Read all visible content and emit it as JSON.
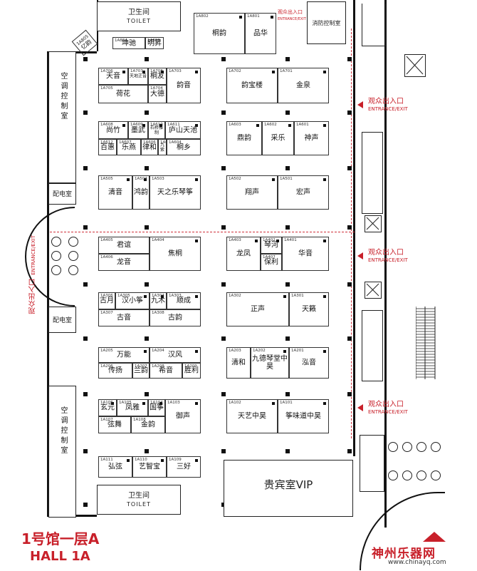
{
  "labels": {
    "toilet_top_cn": "卫生间",
    "toilet_top_en": "TOILET",
    "toilet_bottom_cn": "卫生间",
    "toilet_bottom_en": "TOILET",
    "fire_control": "消防控制室",
    "ac_room_top": "空调控制室",
    "ac_room_bottom": "空调控制室",
    "power_room_top": "配电室",
    "power_room_bottom": "配电室",
    "vip": "贵宾室VIP",
    "hall_title_cn": "1号馆一层A",
    "hall_title_en": "HALL 1A",
    "watermark_cn": "神州乐器网",
    "watermark_url": "www.chinayq.com",
    "small_box_top": "1A805",
    "small_box_top_name": "亿韵"
  },
  "entrances": {
    "cn": "观众出入口",
    "en": "ENTRANCE/EXIT",
    "left_cn": "观众出入口",
    "left_en": "ENTRANCE/EXIT"
  },
  "booths": [
    {
      "code": "1A804",
      "name": "坤驰"
    },
    {
      "code": "1A803",
      "name": "明昇"
    },
    {
      "code": "1A802",
      "name": "桐韵"
    },
    {
      "code": "1A801",
      "name": "品华"
    },
    {
      "code": "1A706",
      "name": "天音"
    },
    {
      "code": "1A707",
      "name": "天地正音"
    },
    {
      "code": "1A708",
      "name": "桐友"
    },
    {
      "code": "1A703",
      "name": "韵音"
    },
    {
      "code": "1A705",
      "name": "荷花"
    },
    {
      "code": "1A704",
      "name": "大德"
    },
    {
      "code": "1A702",
      "name": "韵宝楼"
    },
    {
      "code": "1A701",
      "name": "金泉"
    },
    {
      "code": "1A608",
      "name": "尚竹"
    },
    {
      "code": "1A609",
      "name": "墨武"
    },
    {
      "code": "1A610",
      "name": "石桥雅制"
    },
    {
      "code": "1A611",
      "name": "庐山天池"
    },
    {
      "code": "1A612",
      "name": "百惠"
    },
    {
      "code": "1A607",
      "name": "乐燕"
    },
    {
      "code": "1A606",
      "name": "律和"
    },
    {
      "code": "1A605",
      "name": "九紫"
    },
    {
      "code": "1A604",
      "name": "桐乡"
    },
    {
      "code": "1A603",
      "name": "鼎韵"
    },
    {
      "code": "1A602",
      "name": "采乐"
    },
    {
      "code": "1A601",
      "name": "神声"
    },
    {
      "code": "1A505",
      "name": "清音"
    },
    {
      "code": "1A504",
      "name": "鸿韵"
    },
    {
      "code": "1A503",
      "name": "天之乐琴筝"
    },
    {
      "code": "1A502",
      "name": "翔声"
    },
    {
      "code": "1A501",
      "name": "宏声"
    },
    {
      "code": "1A405",
      "name": "君谊"
    },
    {
      "code": "1A406",
      "name": "龙音"
    },
    {
      "code": "1A404",
      "name": "焦桐"
    },
    {
      "code": "1A403",
      "name": "龙凤"
    },
    {
      "code": "1A402",
      "name": "琴河"
    },
    {
      "code": "1A407",
      "name": "保利"
    },
    {
      "code": "1A401",
      "name": "华音"
    },
    {
      "code": "1A306",
      "name": "古月"
    },
    {
      "code": "1A305",
      "name": "汉小筝"
    },
    {
      "code": "1A304",
      "name": "九木"
    },
    {
      "code": "1A303",
      "name": "顺成"
    },
    {
      "code": "1A307",
      "name": "古音"
    },
    {
      "code": "1A308",
      "name": "古韵"
    },
    {
      "code": "1A302",
      "name": "正声"
    },
    {
      "code": "1A301",
      "name": "天籁"
    },
    {
      "code": "1A205",
      "name": "万能"
    },
    {
      "code": "1A204",
      "name": "汉风"
    },
    {
      "code": "1A206",
      "name": "传扬"
    },
    {
      "code": "1A207",
      "name": "兰韵"
    },
    {
      "code": "1A208",
      "name": "希音"
    },
    {
      "code": "1A209",
      "name": "胜利"
    },
    {
      "code": "1A203",
      "name": "清和"
    },
    {
      "code": "1A202",
      "name": "九德琴堂中昊"
    },
    {
      "code": "1A201",
      "name": "泓音"
    },
    {
      "code": "1A106",
      "name": "玄元"
    },
    {
      "code": "1A105",
      "name": "凤雅"
    },
    {
      "code": "1A104",
      "name": "国筝"
    },
    {
      "code": "1A103",
      "name": "御声"
    },
    {
      "code": "1A107",
      "name": "弦舞"
    },
    {
      "code": "1A108",
      "name": "金韵"
    },
    {
      "code": "1A102",
      "name": "天艺中昊"
    },
    {
      "code": "1A101",
      "name": "筝味道中昊"
    },
    {
      "code": "1A111",
      "name": "弘弦"
    },
    {
      "code": "1A110",
      "name": "艺智宝"
    },
    {
      "code": "1A109",
      "name": "三好"
    }
  ]
}
